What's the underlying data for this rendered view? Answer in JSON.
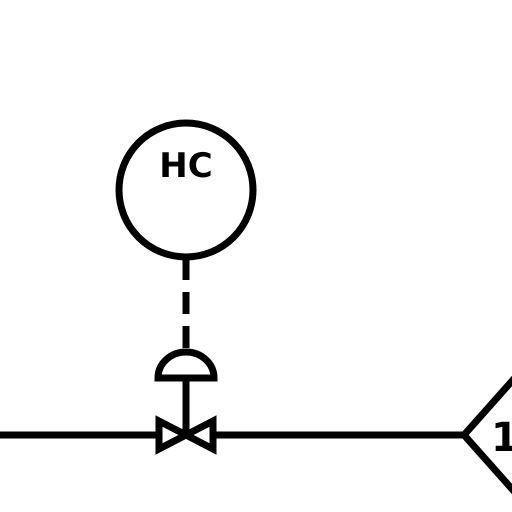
{
  "diagram": {
    "instrument": {
      "tag": "HC"
    },
    "offpage_connector": {
      "label": "1"
    },
    "colors": {
      "line": "#000000",
      "background": "#ffffff"
    },
    "symbols": [
      "instrument-bubble",
      "signal-line-dashed",
      "diaphragm-actuator",
      "gate-valve",
      "process-line",
      "offpage-connector"
    ]
  }
}
